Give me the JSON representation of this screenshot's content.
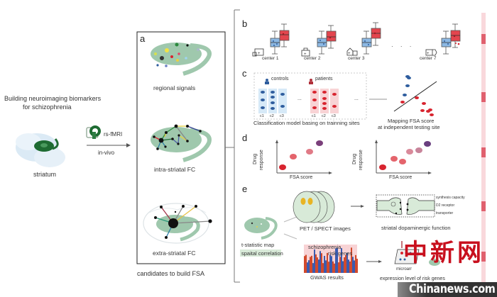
{
  "intro": {
    "title_line1": "Building neuroimaging biomarkers",
    "title_line2": "for schizophrenia",
    "brain_label": "striatum",
    "modality_label": "rs-fMRI",
    "arrow_label": "in-vivo"
  },
  "panel_a": {
    "letter": "a",
    "items": [
      {
        "label": "regional signals"
      },
      {
        "label": "intra-striatal FC"
      },
      {
        "label": "extra-striatal FC"
      }
    ],
    "caption": "candidates to build FSA"
  },
  "panel_b": {
    "letter": "b",
    "centers": [
      "center 1",
      "center 2",
      "center 3",
      "center 7"
    ],
    "ellipsis": "· · ·"
  },
  "panel_c": {
    "letter": "c",
    "controls_label": "controls",
    "patients_label": "patients",
    "sites": [
      "c1",
      "c2",
      "c3"
    ],
    "ellipsis": "...",
    "left_caption": "Classification model basing on trainning sites",
    "right_caption_line1": "Mapping FSA score",
    "right_caption_line2": "at independent testing site"
  },
  "panel_d": {
    "letter": "d",
    "ylabel_line1": "Drug",
    "ylabel_line2": "response",
    "xlabel": "FSA score"
  },
  "panel_e": {
    "letter": "e",
    "map_label": "t-statistic map",
    "correlation_label": "spaital correlation",
    "pet_label": "PET / SPECT images",
    "synapse_items": [
      "synthesis capacity",
      "D2 receptor",
      "transporter"
    ],
    "synapse_caption": "striatal dopaminergic function",
    "gwas_title_line1": "schizophrenia",
    "gwas_title_line2": "risk genes",
    "gwas_caption": "GWAS results",
    "microarray_label": "microarr",
    "expression_caption": "expression level of risk genes"
  },
  "watermark": {
    "chinese": "中新网",
    "english": "Chinanews.com"
  },
  "colors": {
    "striatum_green": "#9fc8ad",
    "dark_green": "#1e6b32",
    "control_blue": "#2e5d9e",
    "control_bg": "#d6e9f7",
    "patient_red": "#d8242f",
    "patient_bg": "#f8d3d5",
    "scroll_pink": "#f9d8dc",
    "scroll_thumb": "#e0606e"
  }
}
